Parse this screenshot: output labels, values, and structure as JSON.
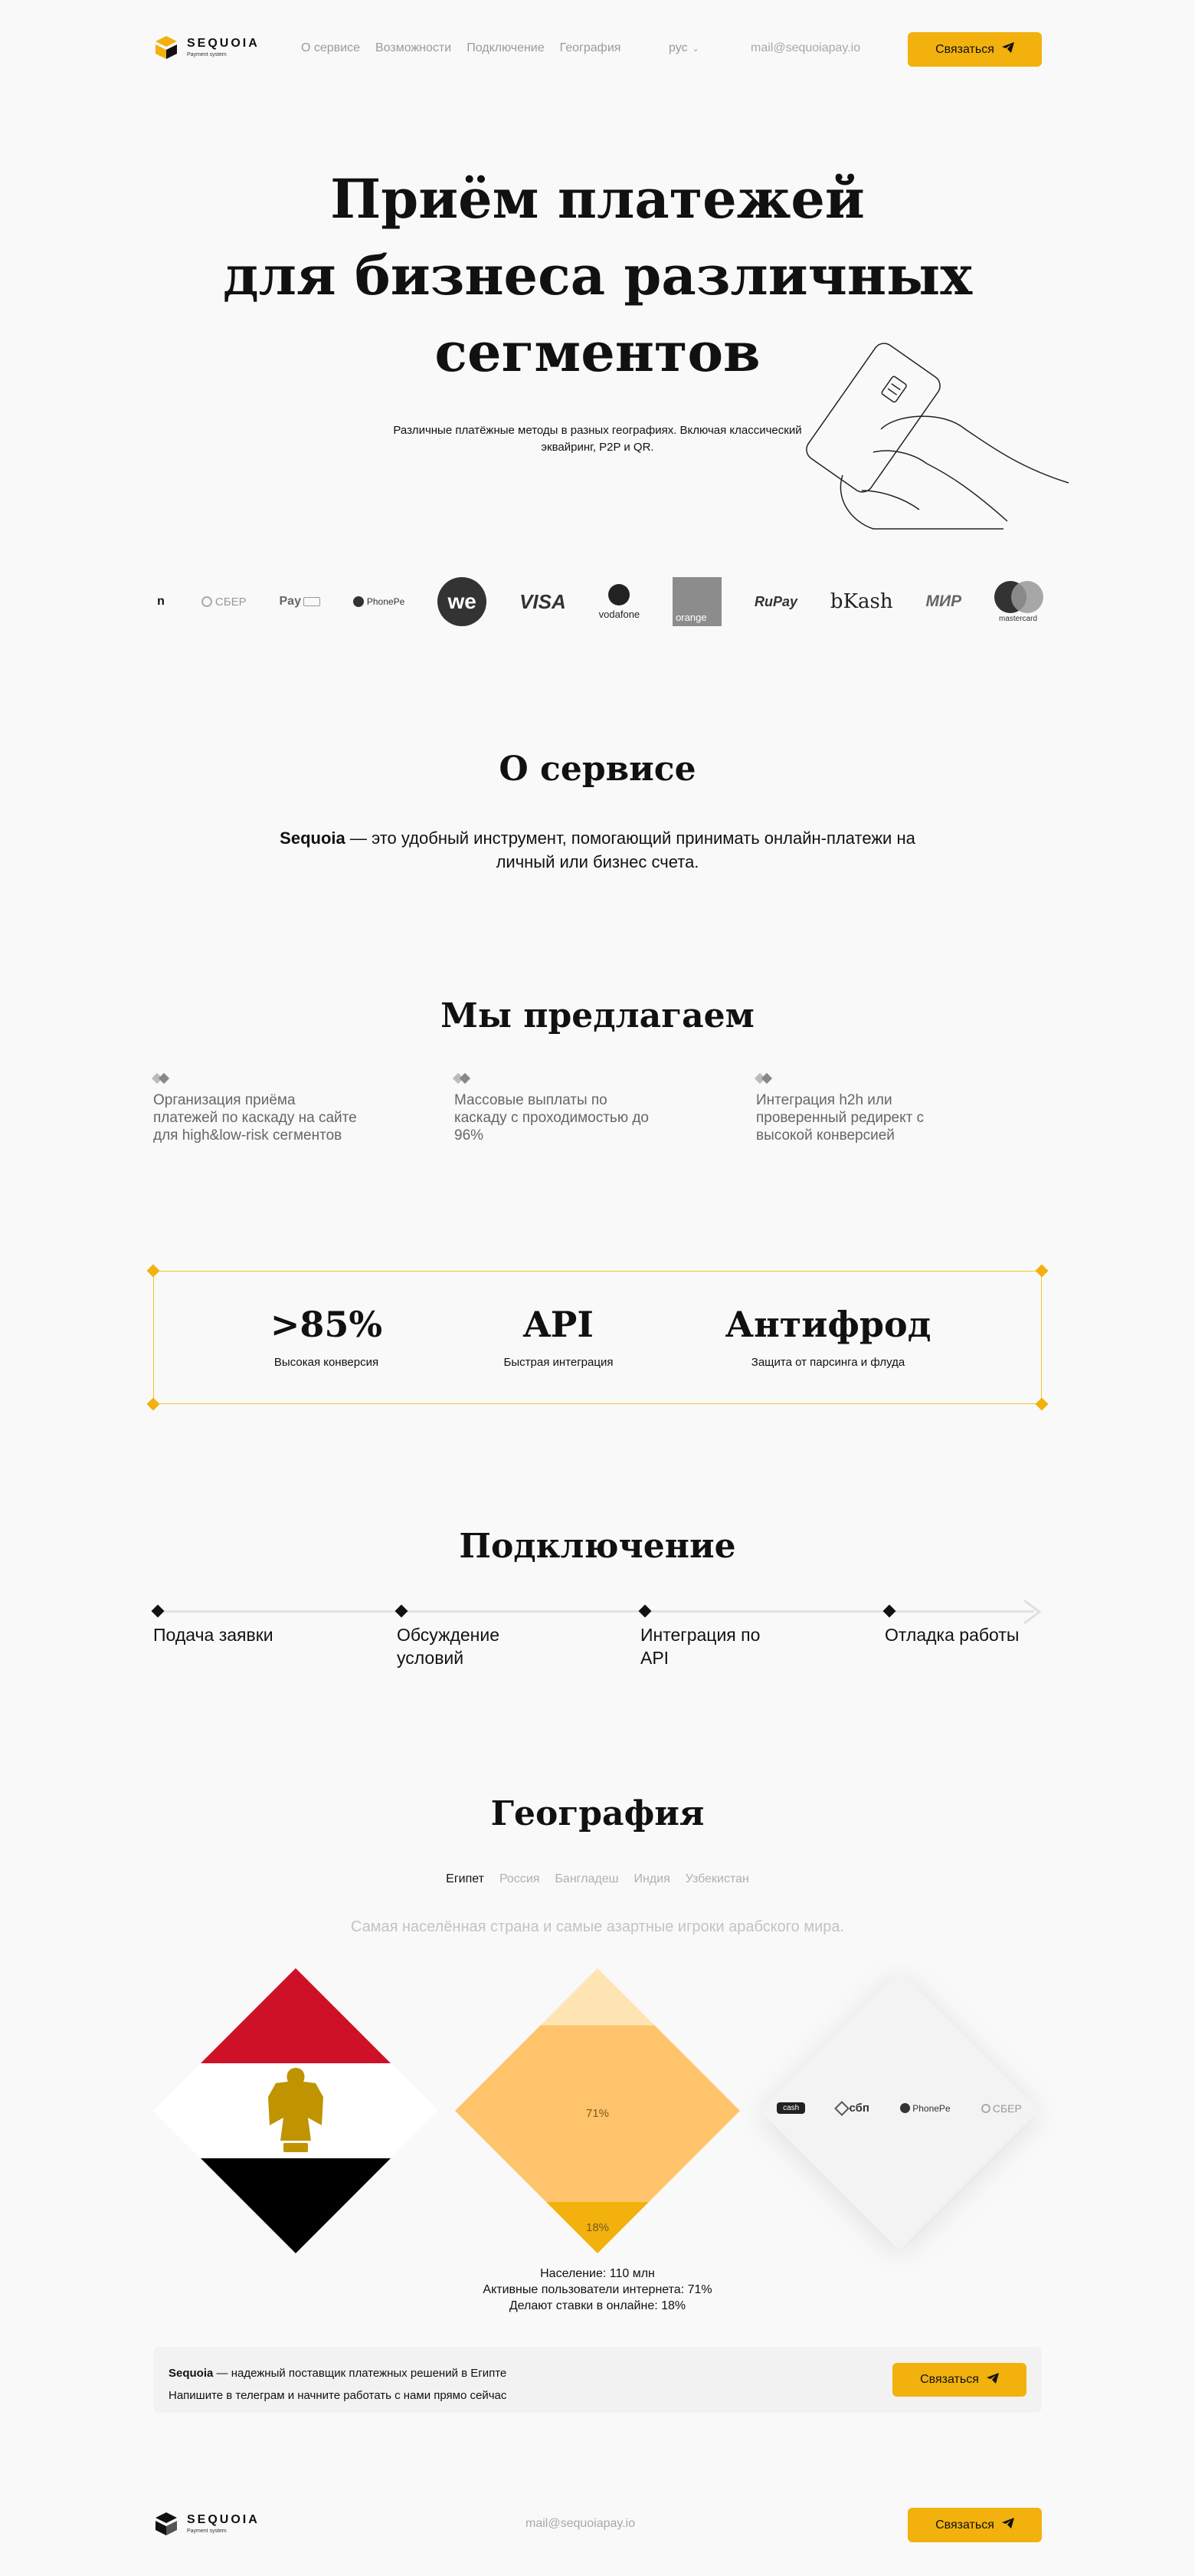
{
  "header": {
    "logo_name": "SEQUOIA",
    "logo_sub": "Payment system",
    "nav": [
      "О сервисе",
      "Возможности",
      "Подключение",
      "География"
    ],
    "lang": "рус",
    "email": "mail@sequoiapay.io",
    "contact_button": "Связаться"
  },
  "hero": {
    "title_line1": "Приём платежей",
    "title_line2": "для бизнеса различных",
    "title_line3": "сегментов",
    "subtitle_line1": "Различные платёжные методы в разных географиях. Включая классический",
    "subtitle_line2": "эквайринг, P2P и QR."
  },
  "payment_logos": [
    "n",
    "СБЕР",
    "Pay",
    "PhonePe",
    "we",
    "VISA",
    "vodafone",
    "orange",
    "RuPay",
    "bKash",
    "МИР",
    "mastercard"
  ],
  "about": {
    "title": "О сервисе",
    "brand": "Sequoia",
    "text_line1": " — это удобный инструмент, помогающий принимать онлайн-платежи на",
    "text_line2": "личный или бизнес счета."
  },
  "offer": {
    "title": "Мы предлагаем",
    "items": [
      {
        "line1": "Организация приёма",
        "line2": "платежей по каскаду на сайте",
        "line3": "для high&low-risk сегментов"
      },
      {
        "line1": "Массовые выплаты по",
        "line2": "каскаду с проходимостью до",
        "line3": "96%"
      },
      {
        "line1": "Интеграция h2h или",
        "line2": "проверенный редирект с",
        "line3": "высокой конверсией"
      }
    ]
  },
  "stats": [
    {
      "big": ">85%",
      "small": "Высокая конверсия"
    },
    {
      "big": "API",
      "small": "Быстрая интеграция"
    },
    {
      "big": "Антифрод",
      "small": "Защита от парсинга и флуда"
    }
  ],
  "connect": {
    "title": "Подключение",
    "steps": [
      {
        "line1": "Подача заявки",
        "line2": ""
      },
      {
        "line1": "Обсуждение",
        "line2": "условий"
      },
      {
        "line1": "Интеграция по",
        "line2": "API"
      },
      {
        "line1": "Отладка работы",
        "line2": ""
      }
    ]
  },
  "geo": {
    "title": "География",
    "tabs": [
      "Египет",
      "Россия",
      "Бангладеш",
      "Индия",
      "Узбекистан"
    ],
    "active_tab": "Египет",
    "tagline": "Самая населённая страна и самые азартные игроки арабского мира.",
    "internet_pct": "71%",
    "betting_pct": "18%",
    "internet_fraction": 0.71,
    "betting_fraction": 0.18,
    "methods": [
      "cash",
      "сбп",
      "PhonePe",
      "СБЕР"
    ],
    "info": [
      "Население: 110 млн",
      "Активные пользователи интернета: 71%",
      "Делают ставки в онлайне: 18%"
    ],
    "flag_colors": {
      "red": "#ce1126",
      "white": "#ffffff",
      "black": "#000000",
      "gold": "#c09300"
    }
  },
  "cta": {
    "brand": "Sequoia",
    "text1": " — надежный поставщик платежных решений в Египте",
    "text2": "Напишите в телеграм и начните работать с нами прямо сейчас",
    "button": "Связаться"
  },
  "footer": {
    "logo_name": "SEQUOIA",
    "logo_sub": "Payment system",
    "email": "mail@sequoiapay.io",
    "button": "Связаться"
  },
  "colors": {
    "accent": "#f2b10c",
    "background": "#f9f9f9"
  }
}
